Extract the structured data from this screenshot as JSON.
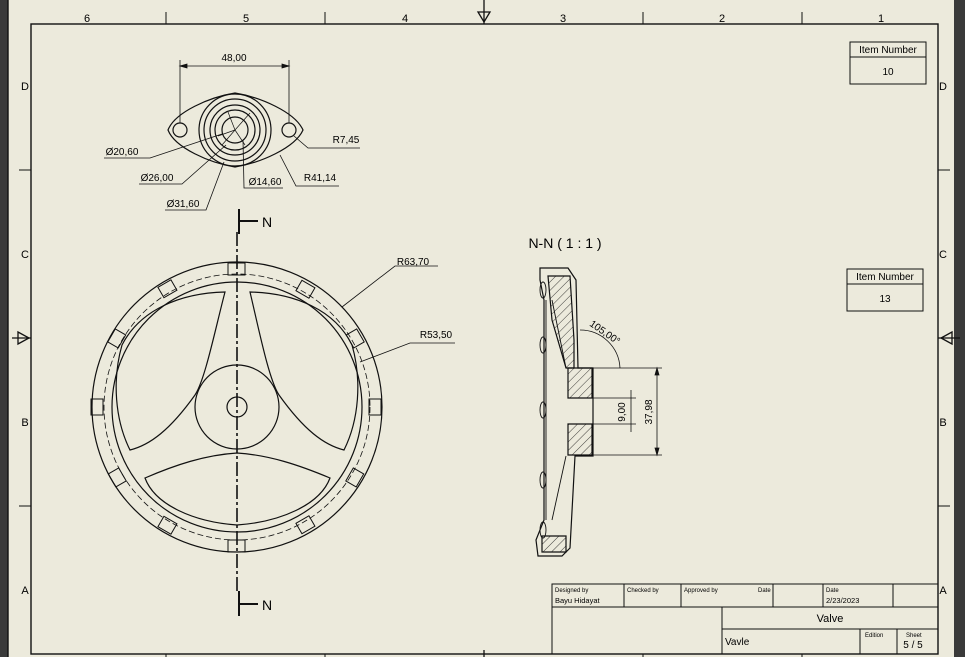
{
  "colors": {
    "paper": "#eceadc",
    "ink": "#111111",
    "frame_bg": "#4a4a4a"
  },
  "border": {
    "columns": [
      "6",
      "5",
      "4",
      "3",
      "2",
      "1"
    ],
    "rows": [
      "D",
      "C",
      "B",
      "A"
    ]
  },
  "item_numbers": [
    {
      "label": "Item Number",
      "value": "10"
    },
    {
      "label": "Item Number",
      "value": "13"
    }
  ],
  "top_view": {
    "dims": {
      "width": "48,00",
      "d_outer": "Ø20,60",
      "d_hub": "Ø26,00",
      "d_ring": "Ø31,60",
      "d_bore": "Ø14,60",
      "r_hole": "R7,45",
      "r_flange": "R41,14"
    }
  },
  "wheel_view": {
    "section_marker": "N",
    "dims": {
      "r_outer": "R63,70",
      "r_inner": "R53,50"
    }
  },
  "section_view": {
    "title": "N-N ( 1 : 1 )",
    "dims": {
      "angle": "105,00°",
      "height": "37,98",
      "bore": "9,00"
    }
  },
  "title_block": {
    "designed_by_label": "Designed by",
    "designed_by": "Bayu Hidayat",
    "checked_by_label": "Checked by",
    "approved_by_label": "Approved by",
    "date_label_1": "Date",
    "date_label_2": "Date",
    "date": "2/23/2023",
    "title": "Valve",
    "subtitle": "Vavle",
    "edition_label": "Edition",
    "sheet_label": "Sheet",
    "sheet": "5 / 5"
  }
}
